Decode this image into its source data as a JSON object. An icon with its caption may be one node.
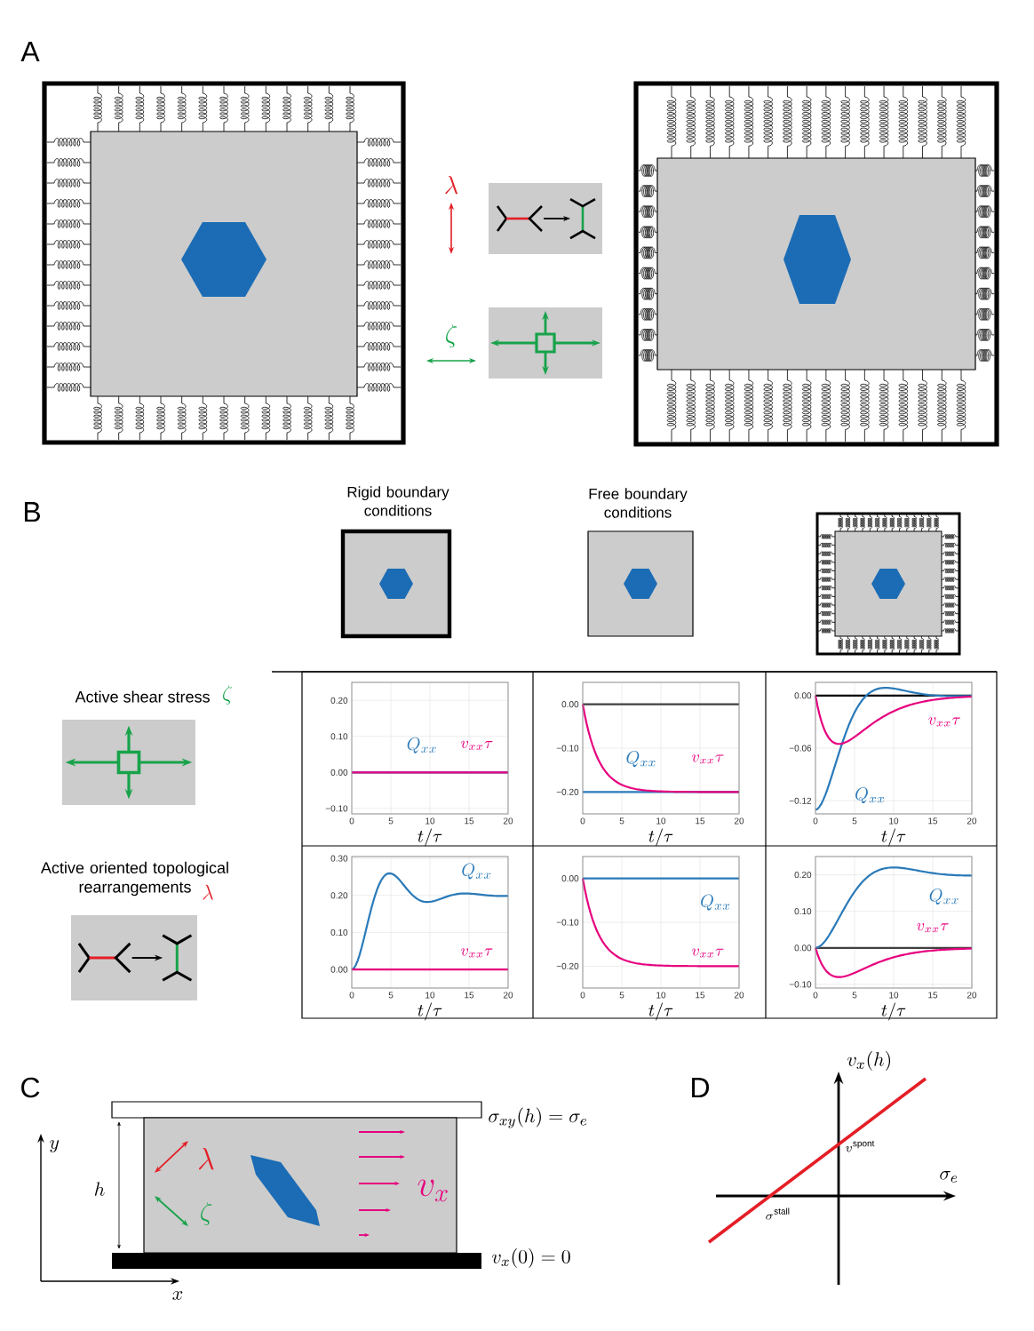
{
  "diagram": {
    "nodes": [
      {
        "text": [
          "Rigid boundary conditions"
        ]
      },
      {
        "text": [
          "Free boundary conditions"
        ]
      },
      {
        "text": [],
        "shape": "box"
      }
    ],
    "labels": [
      "A",
      "\\lambda",
      "\\zeta",
      "B",
      "Active shear stress",
      "\\zeta",
      "Active oriented topological rearrangements",
      "\\lambda",
      "0.20",
      "0.10",
      "0.00",
      "−0.10",
      "0",
      "5",
      "10",
      "15",
      "20",
      "Q_{xx}",
      "v_{xx}\\tau",
      "t/\\tau",
      "0.00",
      "−0.10",
      "−0.20",
      "0",
      "5",
      "10",
      "15",
      "20",
      "Q_{xx}",
      "v_{xx}\\tau",
      "t/\\tau",
      "0.00",
      "−0.06",
      "−0.12",
      "0",
      "5",
      "10",
      "15",
      "20",
      "Q_{xx}",
      "v_{xx}\\tau",
      "t/\\tau",
      "0.30",
      "0.20",
      "0.10",
      "0.00",
      "0",
      "5",
      "10",
      "15",
      "20",
      "Q_{xx}",
      "v_{xx}\\tau",
      "t/\\tau",
      "0.00",
      "−0.10",
      "−0.20",
      "0",
      "5",
      "10",
      "15",
      "20",
      "Q_{xx}",
      "v_{xx}\\tau",
      "t/\\tau",
      "0.20",
      "0.10",
      "0.00",
      "−0.10",
      "0",
      "5",
      "10",
      "15",
      "20",
      "Q_{xx}",
      "v_{xx}\\tau",
      "t/\\tau",
      "C",
      "\\sigma_{xy}(h) = \\sigma_e",
      "y",
      "h",
      "\\lambda",
      "\\zeta",
      "v_x",
      "v_x(0) = 0",
      "x",
      "D",
      "v_x(h)",
      "v^{\\mathrm{spont}}",
      "\\sigma_e",
      "\\sigma^{\\mathrm{stall}}"
    ]
  }
}
